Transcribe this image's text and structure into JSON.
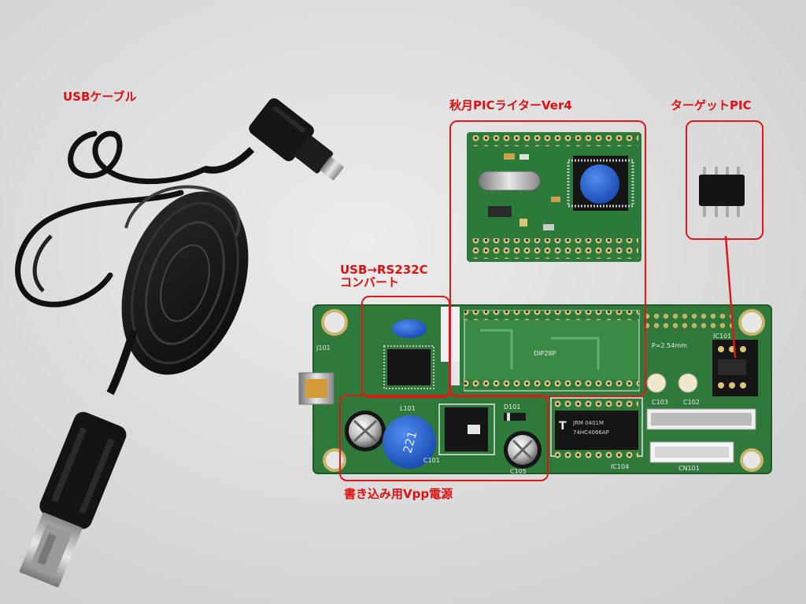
{
  "labels": {
    "usb_cable": "USBケーブル",
    "writer": "秋月PICライターVer4",
    "target": "ターゲットPIC",
    "converter_line1": "USB→RS232C",
    "converter_line2": "コンバート",
    "vpp": "書き込み用Vpp電源"
  },
  "pcb_text": {
    "dip28p": "DIP28P",
    "p_pitch": "P=2.54mm",
    "ic101": "IC101",
    "ic104": "IC104",
    "cn101": "CN101",
    "j101": "J101",
    "c102": "C102",
    "c103": "C103",
    "c101": "C101",
    "d101": "D101",
    "l101": "L101",
    "c105": "C105",
    "cap_value": "221",
    "chip_brand": "T",
    "chip_marking_1": "JRM 0401M",
    "chip_marking_2": "74HC4066AP"
  },
  "colors": {
    "annotation": "#e01818",
    "pcb": "#2f7a3a",
    "background": "#dcdcdc"
  }
}
